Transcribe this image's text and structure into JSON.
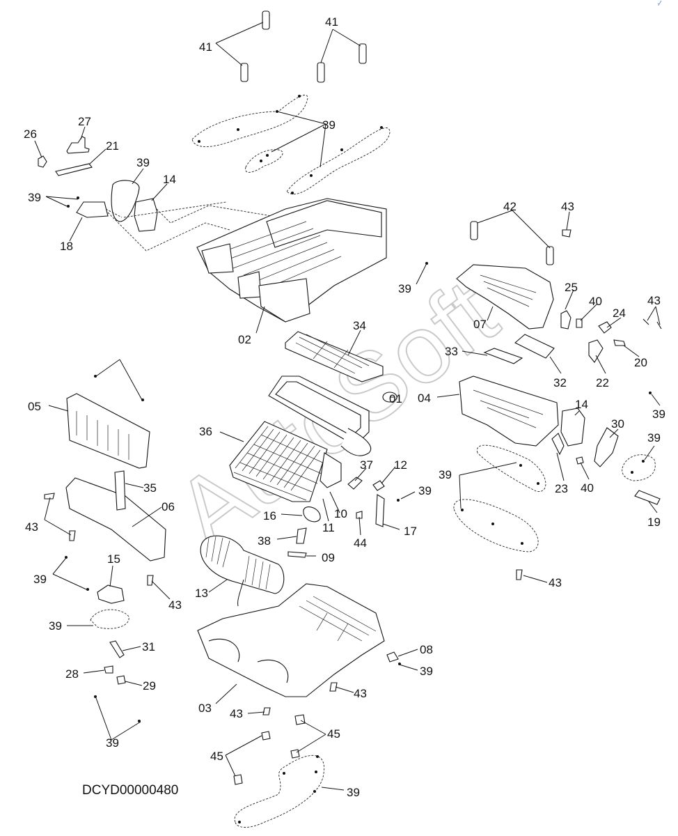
{
  "diagram": {
    "drawing_id": "DCYD00000480",
    "watermark": "AutoSoft",
    "corner_mark": "·⁄",
    "parts": [
      {
        "label": "41"
      },
      {
        "label": "41"
      },
      {
        "label": "39"
      },
      {
        "label": "26"
      },
      {
        "label": "27"
      },
      {
        "label": "21"
      },
      {
        "label": "39"
      },
      {
        "label": "14"
      },
      {
        "label": "39"
      },
      {
        "label": "18"
      },
      {
        "label": "42"
      },
      {
        "label": "43"
      },
      {
        "label": "39"
      },
      {
        "label": "25"
      },
      {
        "label": "40"
      },
      {
        "label": "24"
      },
      {
        "label": "43"
      },
      {
        "label": "07"
      },
      {
        "label": "02"
      },
      {
        "label": "34"
      },
      {
        "label": "33"
      },
      {
        "label": "32"
      },
      {
        "label": "22"
      },
      {
        "label": "20"
      },
      {
        "label": "39"
      },
      {
        "label": "01"
      },
      {
        "label": "05"
      },
      {
        "label": "04"
      },
      {
        "label": "14"
      },
      {
        "label": "30"
      },
      {
        "label": "39"
      },
      {
        "label": "36"
      },
      {
        "label": "35"
      },
      {
        "label": "37"
      },
      {
        "label": "12"
      },
      {
        "label": "39"
      },
      {
        "label": "06"
      },
      {
        "label": "39"
      },
      {
        "label": "23"
      },
      {
        "label": "40"
      },
      {
        "label": "43"
      },
      {
        "label": "16"
      },
      {
        "label": "10"
      },
      {
        "label": "11"
      },
      {
        "label": "44"
      },
      {
        "label": "17"
      },
      {
        "label": "19"
      },
      {
        "label": "38"
      },
      {
        "label": "09"
      },
      {
        "label": "39"
      },
      {
        "label": "15"
      },
      {
        "label": "43"
      },
      {
        "label": "13"
      },
      {
        "label": "43"
      },
      {
        "label": "39"
      },
      {
        "label": "31"
      },
      {
        "label": "08"
      },
      {
        "label": "28"
      },
      {
        "label": "29"
      },
      {
        "label": "39"
      },
      {
        "label": "03"
      },
      {
        "label": "43"
      },
      {
        "label": "43"
      },
      {
        "label": "45"
      },
      {
        "label": "39"
      },
      {
        "label": "45"
      },
      {
        "label": "39"
      }
    ]
  }
}
